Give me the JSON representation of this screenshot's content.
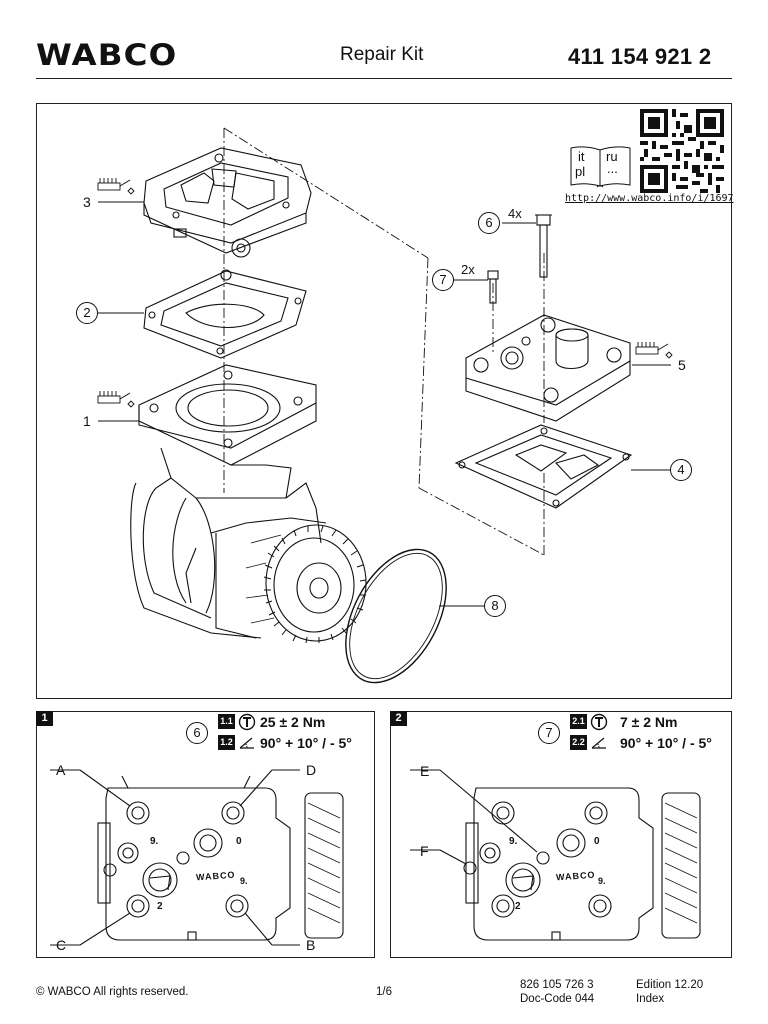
{
  "header": {
    "logo": "WABCO",
    "title": "Repair Kit",
    "part_number": "411 154 921 2"
  },
  "main": {
    "languages": [
      "it",
      "ru",
      "pl",
      "..."
    ],
    "url": "http://www.wabco.info/i/1697",
    "callouts": [
      "1",
      "2",
      "3",
      "4",
      "5",
      "6",
      "7",
      "8"
    ],
    "qty_6": "4x",
    "qty_7": "2x"
  },
  "panel_1": {
    "number": "1",
    "callout": "6",
    "step1_id": "1.1",
    "step1_text": "25 ± 2 Nm",
    "step2_id": "1.2",
    "step2_text": "90° + 10° / - 5°",
    "letters": [
      "A",
      "B",
      "C",
      "D"
    ],
    "marks": [
      "9.",
      "0",
      "2",
      "9."
    ],
    "nameplate": "WABCO"
  },
  "panel_2": {
    "number": "2",
    "callout": "7",
    "step1_id": "2.1",
    "step1_text": "7 ± 2 Nm",
    "step2_id": "2.2",
    "step2_text": "90° + 10° / - 5°",
    "letters": [
      "E",
      "F"
    ],
    "marks": [
      "9.",
      "0",
      "2",
      "9."
    ],
    "nameplate": "WABCO"
  },
  "footer": {
    "copyright": "© WABCO All rights reserved.",
    "page": "1/6",
    "doc_number": "826 105 726 3",
    "doc_code": "Doc-Code 044",
    "edition": "Edition 12.20",
    "index": "Index"
  },
  "colors": {
    "line": "#111111",
    "background": "#ffffff"
  }
}
